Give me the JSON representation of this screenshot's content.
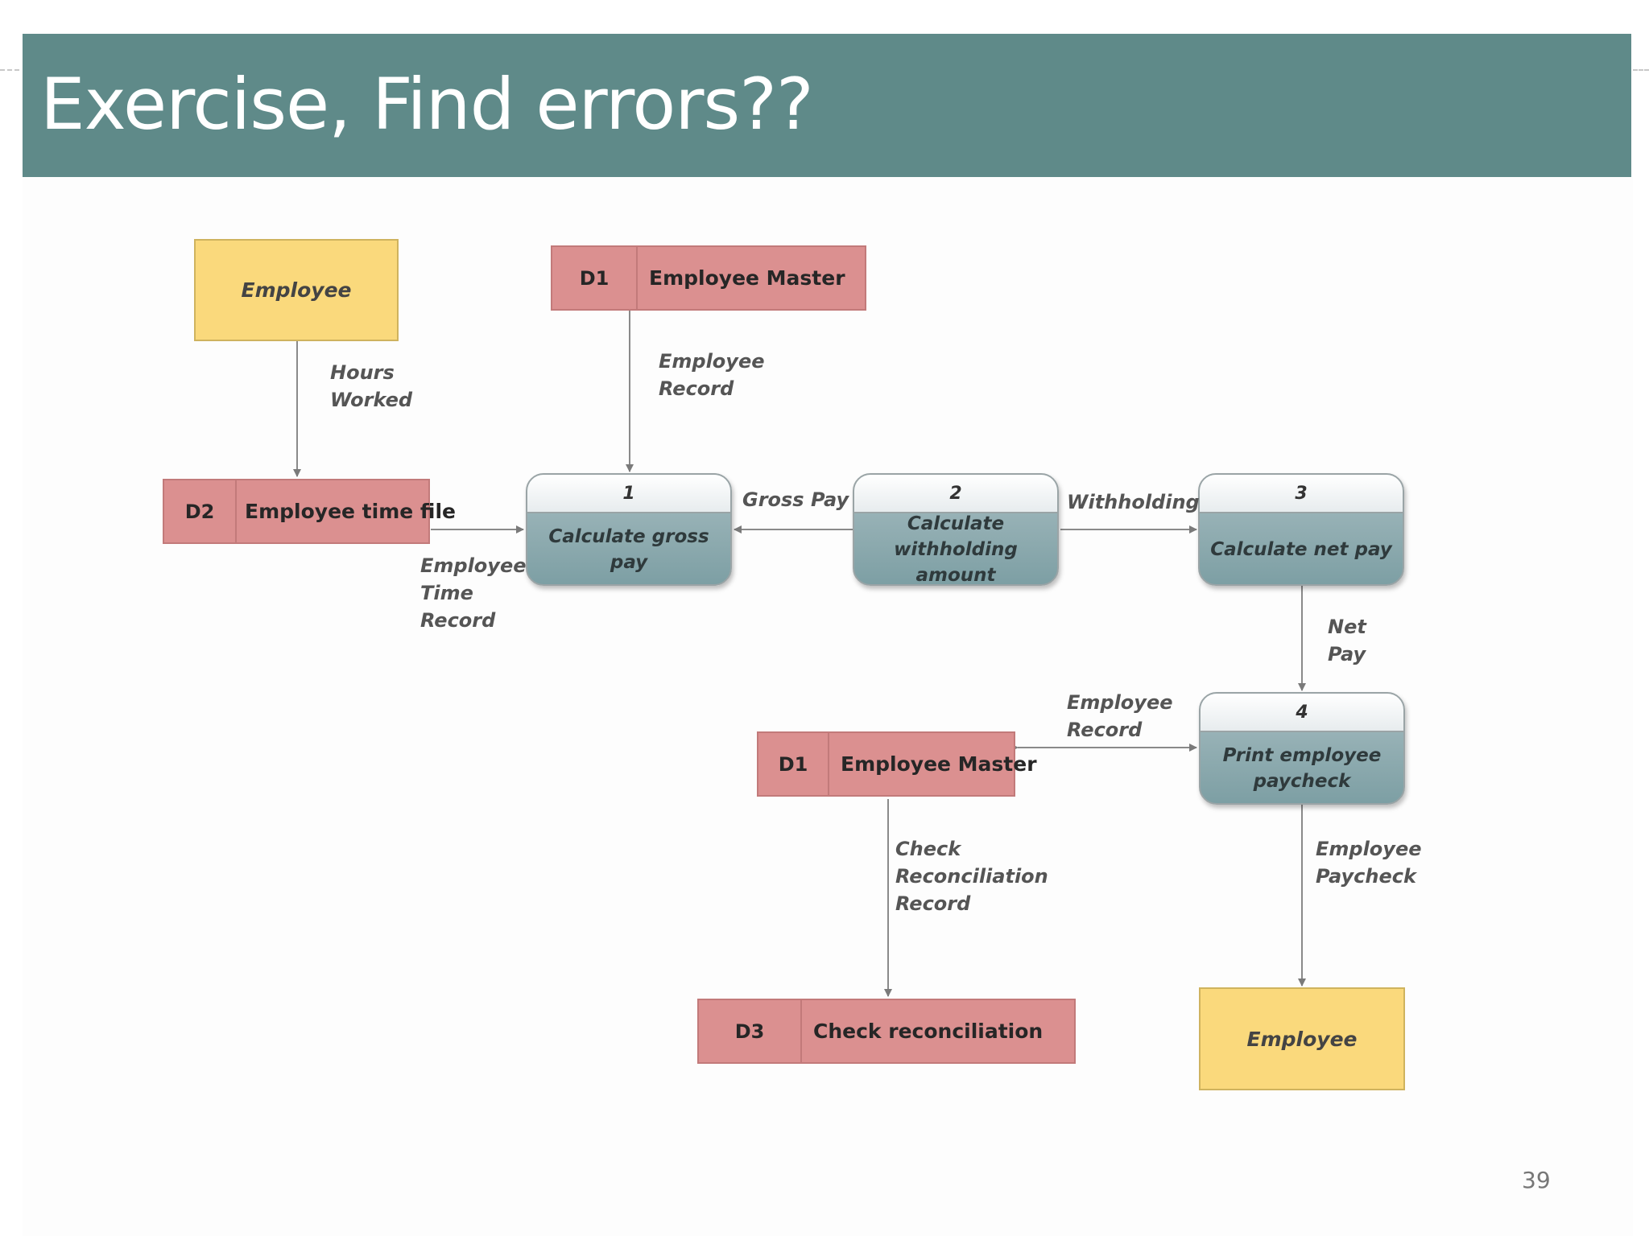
{
  "header": {
    "title": "Exercise, Find errors??"
  },
  "entities": {
    "employee_top": "Employee",
    "employee_bottom": "Employee"
  },
  "stores": {
    "d1_top": {
      "id": "D1",
      "name": "Employee Master"
    },
    "d2": {
      "id": "D2",
      "name": "Employee time file"
    },
    "d1_bottom": {
      "id": "D1",
      "name": "Employee Master"
    },
    "d3": {
      "id": "D3",
      "name": "Check reconciliation"
    }
  },
  "processes": [
    {
      "number": "1",
      "name": "Calculate gross pay"
    },
    {
      "number": "2",
      "name": "Calculate withholding amount"
    },
    {
      "number": "3",
      "name": "Calculate net pay"
    },
    {
      "number": "4",
      "name": "Print employee paycheck"
    }
  ],
  "flows": {
    "hours_worked": "Hours\nWorked",
    "employee_record_top": "Employee\nRecord",
    "employee_time_record": "Employee\nTime\nRecord",
    "gross_pay": "Gross Pay",
    "withholding": "Withholding",
    "net_pay": "Net\nPay",
    "employee_record_bottom": "Employee\nRecord",
    "check_reconciliation_record": "Check\nReconciliation\nRecord",
    "employee_paycheck": "Employee\nPaycheck"
  },
  "footer": {
    "page_number": "39"
  }
}
